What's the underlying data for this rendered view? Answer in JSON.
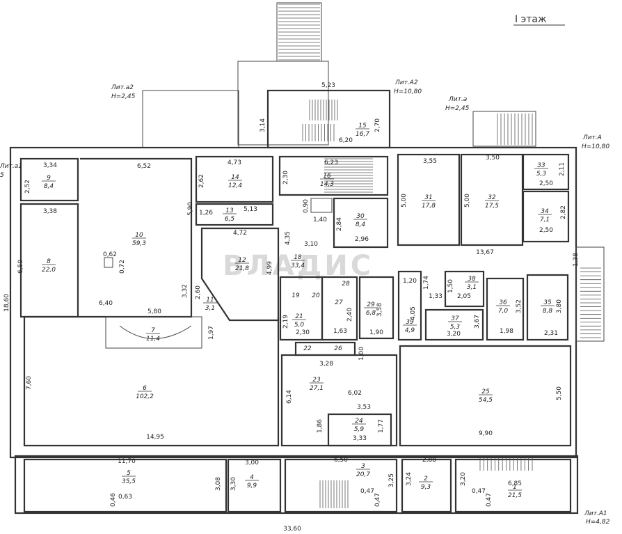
{
  "floor_label": "I этаж",
  "watermark": "ВЛАДИС",
  "liters": {
    "a2": {
      "name": "Лит.а2",
      "h": "H=2,45"
    },
    "A2": {
      "name": "Лит.А2",
      "h": "H=10,80"
    },
    "a": {
      "name": "Лит.а",
      "h": "H=2,45"
    },
    "A": {
      "name": "Лит.А",
      "h": "H=10,80"
    },
    "A1": {
      "name": "Лит.А1",
      "h": "H=4,82"
    },
    "a1": {
      "name": "Лит.а1",
      "h": "5"
    }
  },
  "rooms": [
    {
      "n": "1",
      "area": "21,5"
    },
    {
      "n": "2",
      "area": "9,3"
    },
    {
      "n": "3",
      "area": "20,7"
    },
    {
      "n": "4",
      "area": "9,9"
    },
    {
      "n": "5",
      "area": "35,5"
    },
    {
      "n": "6",
      "area": "102,2"
    },
    {
      "n": "7",
      "area": "11,4"
    },
    {
      "n": "8",
      "area": "22,0"
    },
    {
      "n": "9",
      "area": "8,4"
    },
    {
      "n": "10",
      "area": "59,3"
    },
    {
      "n": "11",
      "area": "3,1"
    },
    {
      "n": "12",
      "area": "21,8"
    },
    {
      "n": "13",
      "area": "6,5"
    },
    {
      "n": "14",
      "area": "12,4"
    },
    {
      "n": "15",
      "area": "16,7"
    },
    {
      "n": "16",
      "area": "14,3"
    },
    {
      "n": "18",
      "area": "33,4"
    },
    {
      "n": "19",
      "area": ""
    },
    {
      "n": "20",
      "area": ""
    },
    {
      "n": "21",
      "area": "5,0"
    },
    {
      "n": "22",
      "area": ""
    },
    {
      "n": "23",
      "area": "27,1"
    },
    {
      "n": "24",
      "area": "5,9"
    },
    {
      "n": "25",
      "area": "54,5"
    },
    {
      "n": "26",
      "area": ""
    },
    {
      "n": "27",
      "area": ""
    },
    {
      "n": "28",
      "area": ""
    },
    {
      "n": "29",
      "area": "6,8"
    },
    {
      "n": "30",
      "area": "8,4"
    },
    {
      "n": "31",
      "area": "17,8"
    },
    {
      "n": "32",
      "area": "17,5"
    },
    {
      "n": "33",
      "area": "5,3"
    },
    {
      "n": "34",
      "area": "7,1"
    },
    {
      "n": "35",
      "area": "8,8"
    },
    {
      "n": "36",
      "area": "7,0"
    },
    {
      "n": "37",
      "area": "5,3"
    },
    {
      "n": "38",
      "area": "3,1"
    },
    {
      "n": "39",
      "area": "4,9"
    }
  ],
  "dims": {
    "d_5_23": "5,23",
    "d_3_14": "3,14",
    "d_2_70": "2,70",
    "d_6_20": "6,20",
    "d_3_34": "3,34",
    "d_2_52": "2,52",
    "d_6_52": "6,52",
    "d_4_73": "4,73",
    "d_2_62": "2,62",
    "d_6_23": "6,23",
    "d_2_30": "2,30",
    "d_3_55": "3,55",
    "d_3_50": "3,50",
    "d_2_11": "2,11",
    "d_2_50a": "2,50",
    "d_5_00a": "5,00",
    "d_5_00b": "5,00",
    "d_2_82": "2,82",
    "d_2_50b": "2,50",
    "d_3_38": "3,38",
    "d_5_90": "5,90",
    "d_1_26": "1,26",
    "d_5_13": "5,13",
    "d_0_90": "0,90",
    "d_1_40": "1,40",
    "d_2_84": "2,84",
    "d_4_72": "4,72",
    "d_4_35": "4,35",
    "d_2_96": "2,96",
    "d_3_10": "3,10",
    "d_13_67": "13,67",
    "d_1_38": "1,38",
    "d_6_50a": "6,50",
    "d_0_62": "0,62",
    "d_0_72": "0,72",
    "d_4_99": "4,99",
    "d_1_20": "1,20",
    "d_1_74": "1,74",
    "d_1_50": "1,50",
    "d_1_33": "1,33",
    "d_2_05": "2,05",
    "d_3_32": "3,32",
    "d_2_60": "2,60",
    "d_6_40": "6,40",
    "d_5_80": "5,80",
    "d_3_58": "3,58",
    "d_2_40": "2,40",
    "d_2_19": "2,19",
    "d_4_05": "4,05",
    "d_3_67": "3,67",
    "d_3_52": "3,52",
    "d_3_80": "3,80",
    "d_1_97": "1,97",
    "d_2_30b": "2,30",
    "d_1_63": "1,63",
    "d_1_90": "1,90",
    "d_3_20a": "3,20",
    "d_1_98": "1,98",
    "d_2_31": "2,31",
    "d_1_00": "1,00",
    "d_3_28": "3,28",
    "d_18_60": "18,60",
    "d_7_60": "7,60",
    "d_6_14": "6,14",
    "d_6_02": "6,02",
    "d_5_50": "5,50",
    "d_3_53": "3,53",
    "d_1_86": "1,86",
    "d_1_77": "1,77",
    "d_3_33": "3,33",
    "d_14_95": "14,95",
    "d_9_90": "9,90",
    "d_11_70": "11,70",
    "d_3_00": "3,00",
    "d_6_50b": "6,50",
    "d_2_88": "2,88",
    "d_3_08": "3,08",
    "d_3_30": "3,30",
    "d_3_25": "3,25",
    "d_3_24": "3,24",
    "d_3_20b": "3,20",
    "d_6_85": "6,85",
    "d_0_47a": "0,47",
    "d_0_47b": "0,47",
    "d_0_47c": "0,47",
    "d_0_47d": "0,47",
    "d_0_46": "0,46",
    "d_0_63": "0,63",
    "d_33_60": "33,60"
  }
}
